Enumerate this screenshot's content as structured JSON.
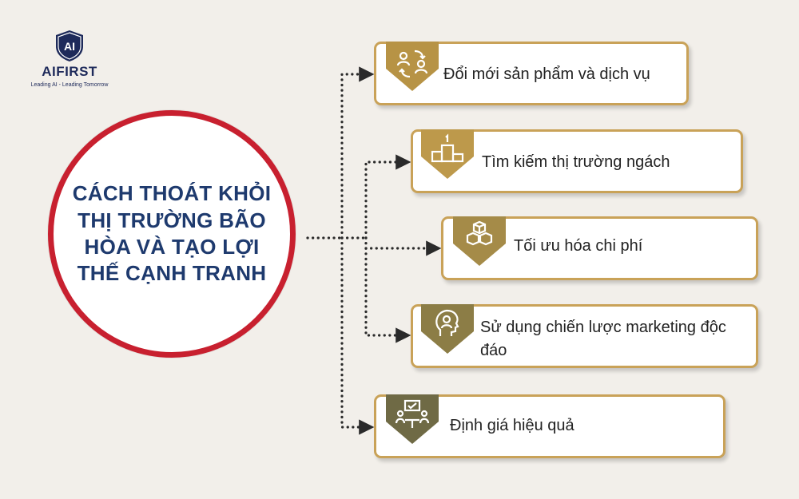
{
  "logo": {
    "mark_text": "AI",
    "name": "AIFIRST",
    "tagline": "Leading AI - Leading Tomorrow"
  },
  "hub": {
    "title": "CÁCH THOÁT KHỎI THỊ TRƯỜNG BÃO HÒA VÀ TẠO LỢI THẾ CẠNH TRANH"
  },
  "items": [
    {
      "label": "Đổi mới sản phẩm và dịch vụ",
      "icon": "people-exchange-icon",
      "badge_color": "#b79345"
    },
    {
      "label": "Tìm kiếm thị trường ngách",
      "icon": "podium-icon",
      "badge_color": "#bd994b"
    },
    {
      "label": "Tối ưu hóa chi phí",
      "icon": "boxes-icon",
      "badge_color": "#a58b48"
    },
    {
      "label": "Sử dụng chiến lược marketing độc đáo",
      "icon": "head-profile-icon",
      "badge_color": "#8c7d46"
    },
    {
      "label": "Định giá hiệu quả",
      "icon": "team-check-icon",
      "badge_color": "#6f6a45"
    }
  ],
  "colors": {
    "hub_ring": "#c8202f",
    "hub_text": "#1e3a6e",
    "card_border": "#c9a258",
    "background": "#f2efea"
  }
}
